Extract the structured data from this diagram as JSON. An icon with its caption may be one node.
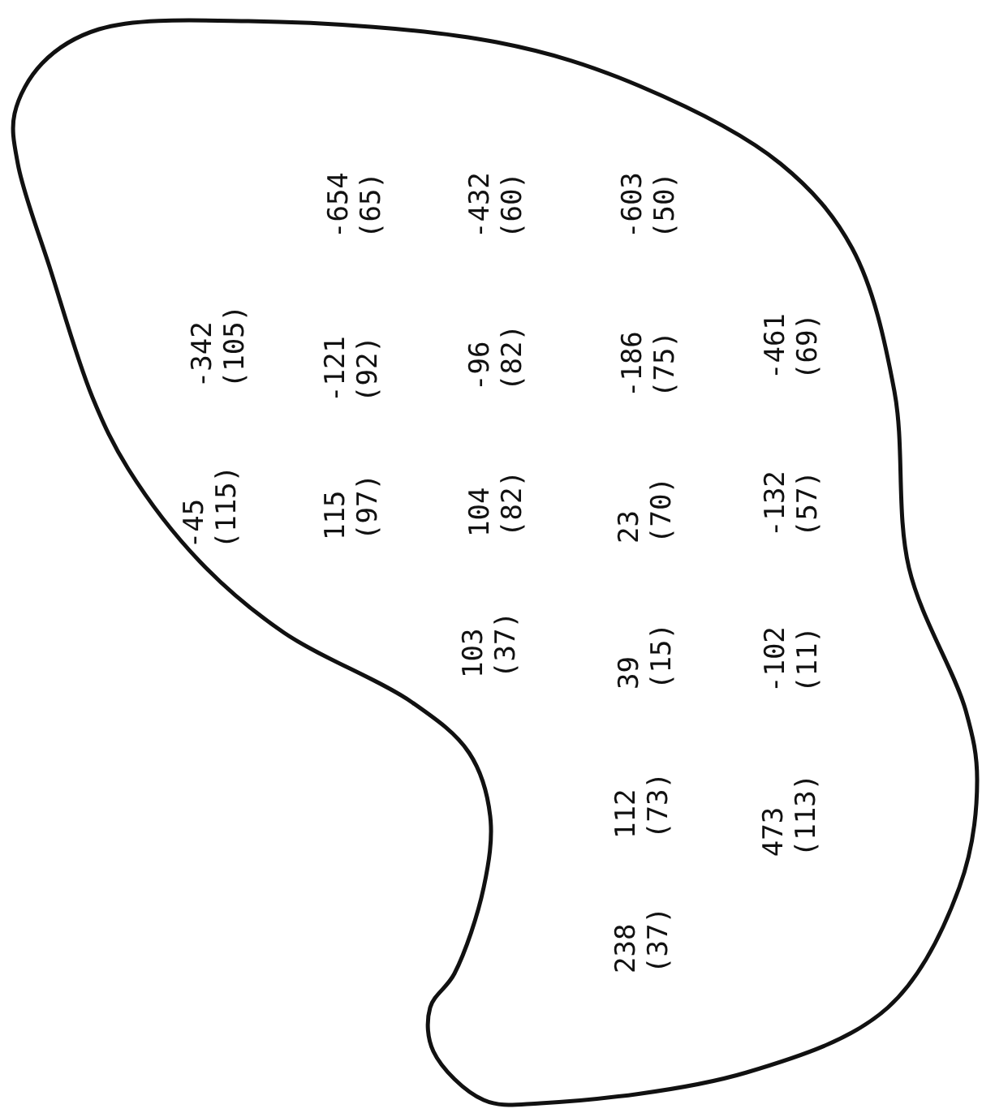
{
  "diagram": {
    "nodes": [
      {
        "text": [
          "-654 (65)",
          "-432 (60)",
          "-603 (50)",
          "-342 (105)",
          "-121 (92)",
          "-96 (82)",
          "-186 (75)",
          "-461 (69)",
          "-45 (115)",
          "115 (97)",
          "104 (82)",
          "23 (70)",
          "-132 (57)",
          "103 (37)",
          "39 (15)",
          "-102 (11)",
          "112 (73)",
          "473 (113)",
          "238 (37)"
        ]
      }
    ]
  }
}
